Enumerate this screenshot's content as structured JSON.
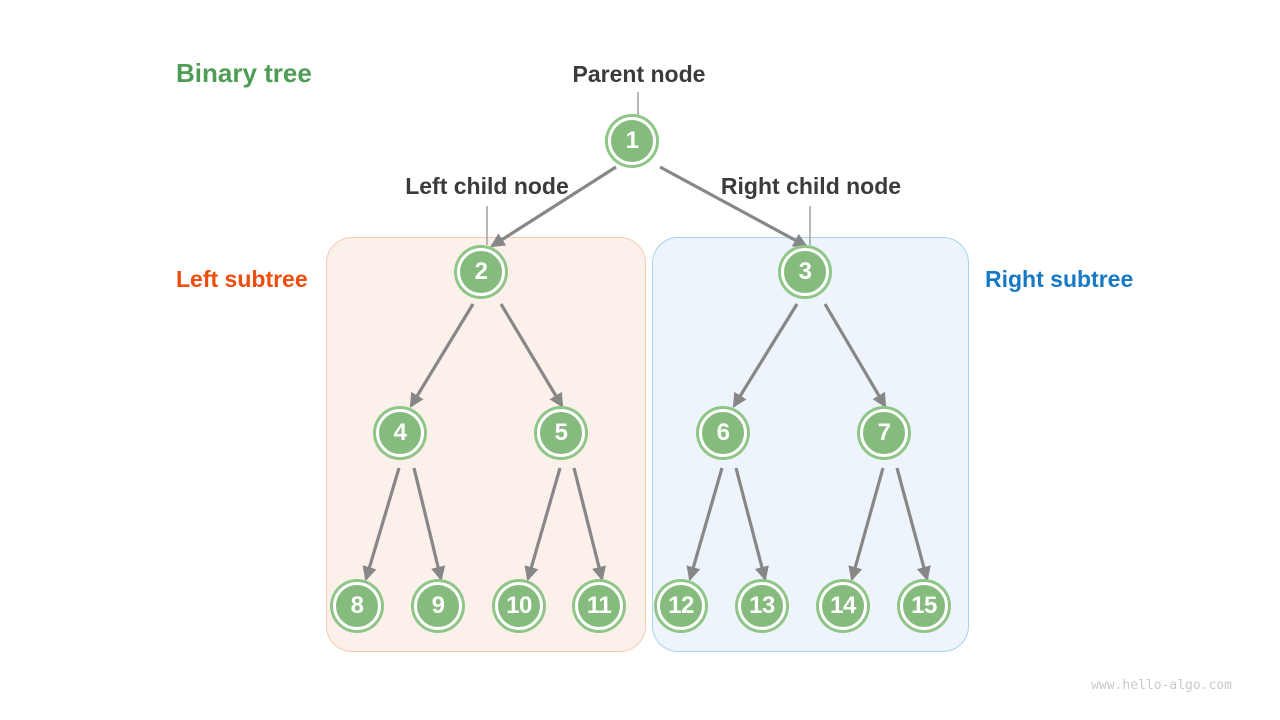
{
  "title": {
    "text": "Binary tree",
    "color": "#4E9C56"
  },
  "annotations": {
    "parent_node": "Parent node",
    "left_child_node": "Left child node",
    "right_child_node": "Right child node"
  },
  "subtrees": {
    "left": {
      "label": "Left subtree",
      "label_color": "#EE4D0D",
      "fill": "#FCF0EA",
      "border": "#F6CBB2"
    },
    "right": {
      "label": "Right subtree",
      "label_color": "#1779C4",
      "fill": "#EDF4FC",
      "border": "#A9D2EF"
    }
  },
  "tree": {
    "node_fill": "#85BB7D",
    "node_ring": "#8FC587",
    "node_text_color": "#FFFFFF",
    "edge_color": "#878787",
    "nodes": [
      {
        "value": "1"
      },
      {
        "value": "2"
      },
      {
        "value": "3"
      },
      {
        "value": "4"
      },
      {
        "value": "5"
      },
      {
        "value": "6"
      },
      {
        "value": "7"
      },
      {
        "value": "8"
      },
      {
        "value": "9"
      },
      {
        "value": "10"
      },
      {
        "value": "11"
      },
      {
        "value": "12"
      },
      {
        "value": "13"
      },
      {
        "value": "14"
      },
      {
        "value": "15"
      }
    ],
    "edges": [
      [
        1,
        2
      ],
      [
        1,
        3
      ],
      [
        2,
        4
      ],
      [
        2,
        5
      ],
      [
        3,
        6
      ],
      [
        3,
        7
      ],
      [
        4,
        8
      ],
      [
        4,
        9
      ],
      [
        5,
        10
      ],
      [
        5,
        11
      ],
      [
        6,
        12
      ],
      [
        6,
        13
      ],
      [
        7,
        14
      ],
      [
        7,
        15
      ]
    ]
  },
  "watermark": "www.hello-algo.com"
}
